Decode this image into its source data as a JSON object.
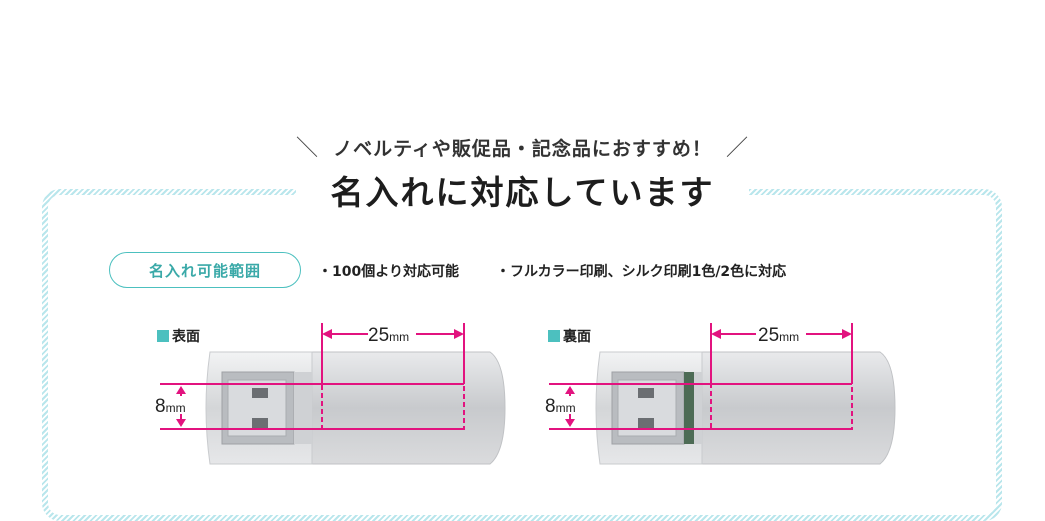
{
  "tagline": "ノベルティや販促品・記念品におすすめ！",
  "title": "名入れに対応しています",
  "range_label": "名入れ可能範囲",
  "specs": [
    "・100個より対応可能",
    "・フルカラー印刷、シルク印刷1色/2色に対応"
  ],
  "front": {
    "label": "表面",
    "width": "25",
    "height": "8",
    "unit": "mm"
  },
  "back": {
    "label": "裏面",
    "width": "25",
    "height": "8",
    "unit": "mm"
  },
  "colors": {
    "accent": "#4cc0bf",
    "dimension": "#e2137f",
    "frame": "#b9e6ec"
  }
}
